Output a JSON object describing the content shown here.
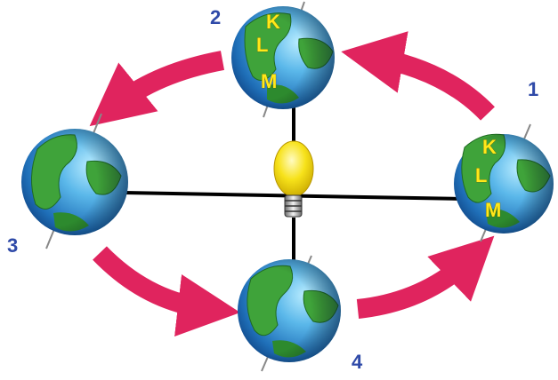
{
  "diagram": {
    "positions": [
      {
        "label": "1",
        "latitude_labels": [
          "K",
          "L",
          "M"
        ]
      },
      {
        "label": "2",
        "latitude_labels": [
          "K",
          "L",
          "M"
        ]
      },
      {
        "label": "3",
        "latitude_labels": []
      },
      {
        "label": "4",
        "latitude_labels": []
      }
    ],
    "colors": {
      "arrow": "#e0245e",
      "ocean": "#2a7fc9",
      "ocean_light": "#8fd3f5",
      "land": "#3fa33a",
      "land_dark": "#1f6b22",
      "lamp": "#f7e21a",
      "rod": "#000000",
      "position_label": "#2f4aa8",
      "latitude_label": "#ffe81a"
    }
  }
}
